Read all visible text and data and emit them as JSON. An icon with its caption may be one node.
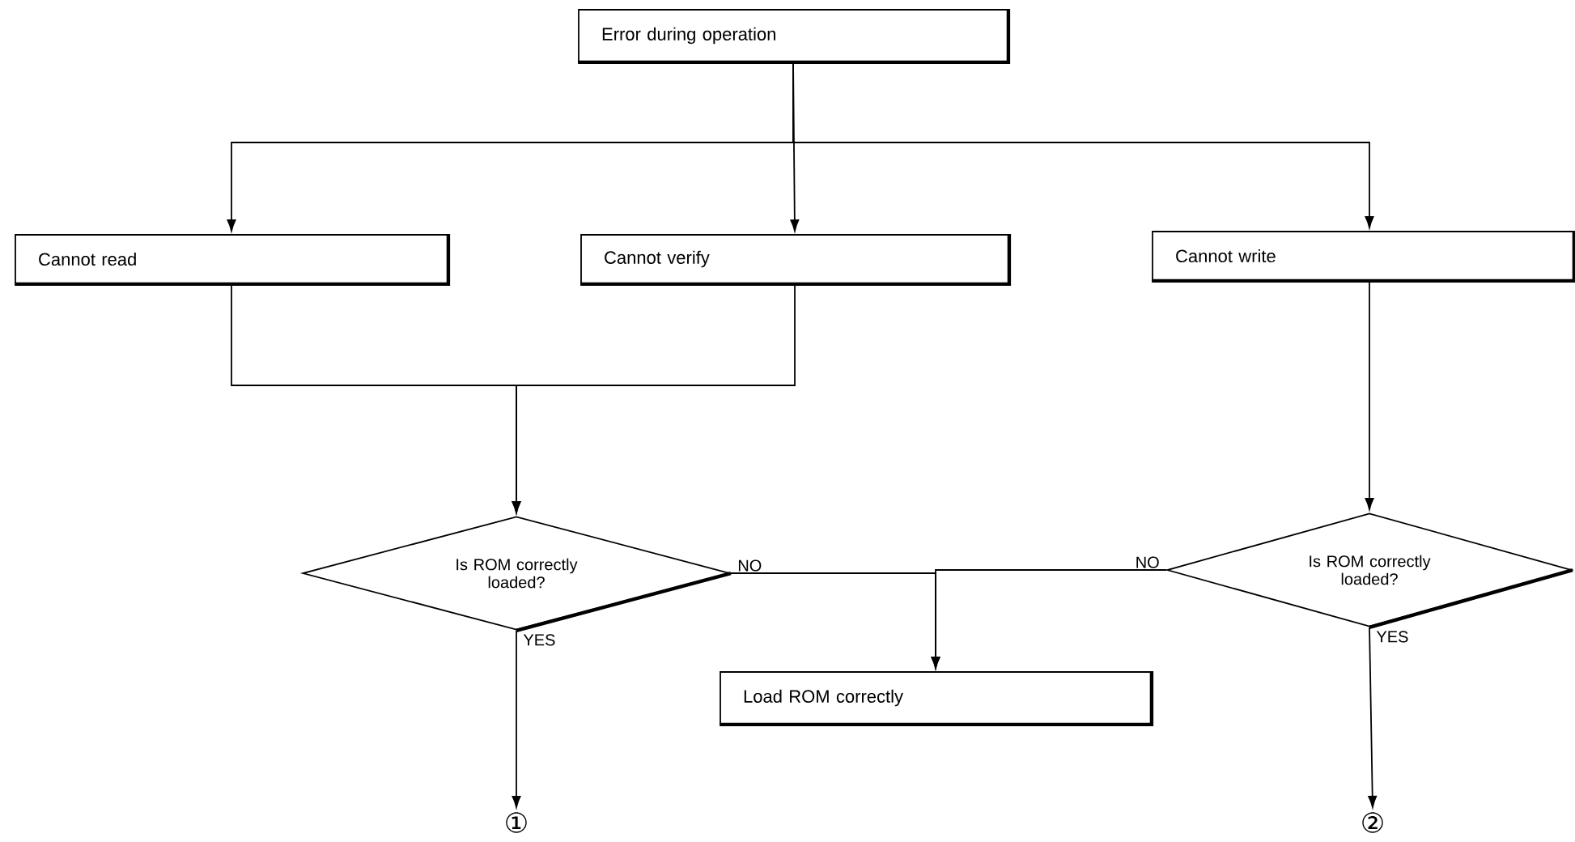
{
  "diagram": {
    "nodes": [
      {
        "text": [
          "Error during operation"
        ]
      },
      {
        "text": [
          "Cannot read"
        ]
      },
      {
        "text": [
          "Cannot verify"
        ]
      },
      {
        "text": [
          "Cannot write"
        ]
      },
      {
        "text": [
          "Is ROM correctly loaded?"
        ]
      },
      {
        "text": [
          "Is ROM correctly loaded?"
        ]
      },
      {
        "text": [
          "Load ROM correctly"
        ]
      },
      {
        "text": [
          "①"
        ]
      },
      {
        "text": [
          "②"
        ]
      }
    ],
    "edges": [
      {
        "from": 0,
        "to": 1,
        "arrow": "to"
      },
      {
        "from": 0,
        "to": 2,
        "arrow": "to"
      },
      {
        "from": 0,
        "to": 3,
        "arrow": "to"
      },
      {
        "from": 1,
        "to": 4,
        "arrow": "to"
      },
      {
        "from": 2,
        "to": 4,
        "arrow": "to"
      },
      {
        "from": 3,
        "to": 5,
        "arrow": "to"
      },
      {
        "from": 4,
        "to": 6,
        "arrow": "to",
        "label": "NO"
      },
      {
        "from": 5,
        "to": 6,
        "arrow": "to",
        "label": "NO"
      },
      {
        "from": 4,
        "to": 7,
        "arrow": "to",
        "label": "YES"
      },
      {
        "from": 5,
        "to": 8,
        "arrow": "to",
        "label": "YES"
      }
    ]
  }
}
